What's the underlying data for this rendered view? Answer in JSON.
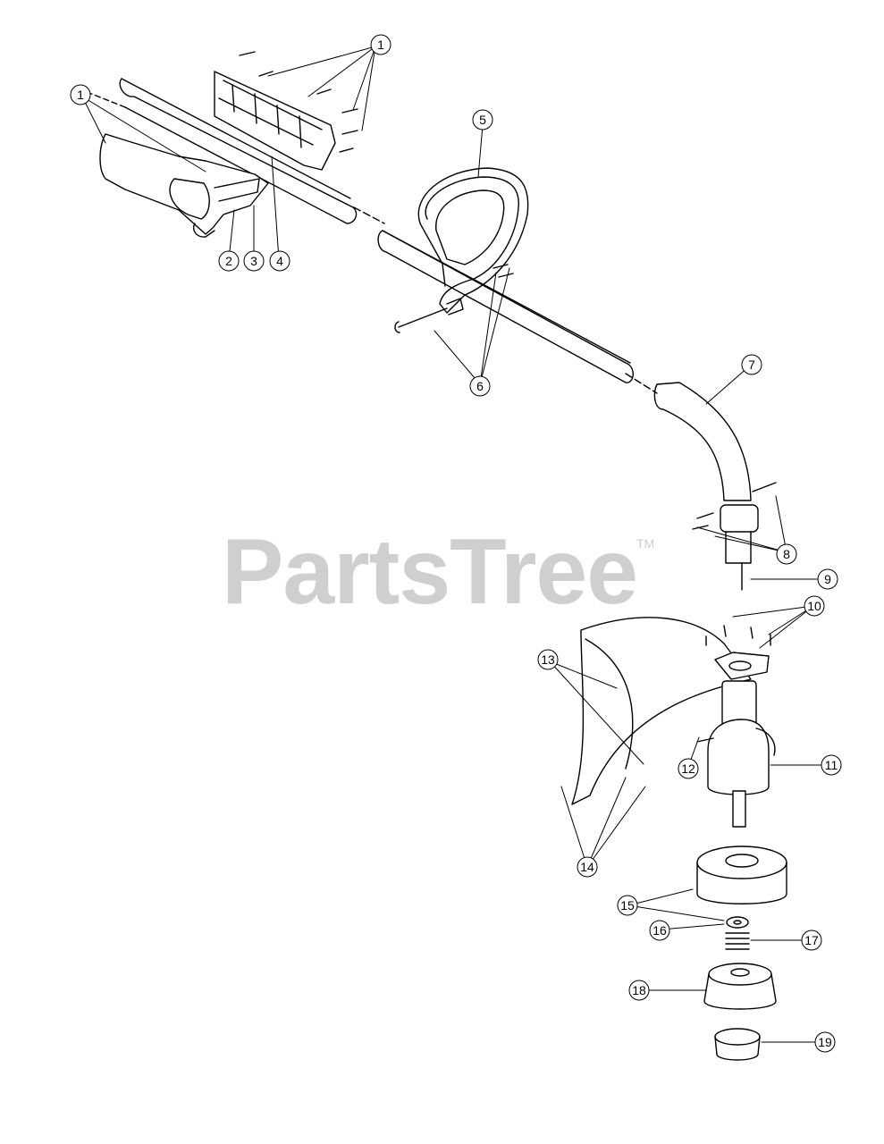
{
  "watermark": {
    "text": "PartsTree",
    "tm": "TM"
  },
  "callouts": {
    "c1a": "1",
    "c1b": "1",
    "c2": "2",
    "c3": "3",
    "c4": "4",
    "c5": "5",
    "c6": "6",
    "c7": "7",
    "c8": "8",
    "c9": "9",
    "c10": "10",
    "c11": "11",
    "c12": "12",
    "c13": "13",
    "c14": "14",
    "c15": "15",
    "c16": "16",
    "c17": "17",
    "c18": "18",
    "c19": "19"
  }
}
